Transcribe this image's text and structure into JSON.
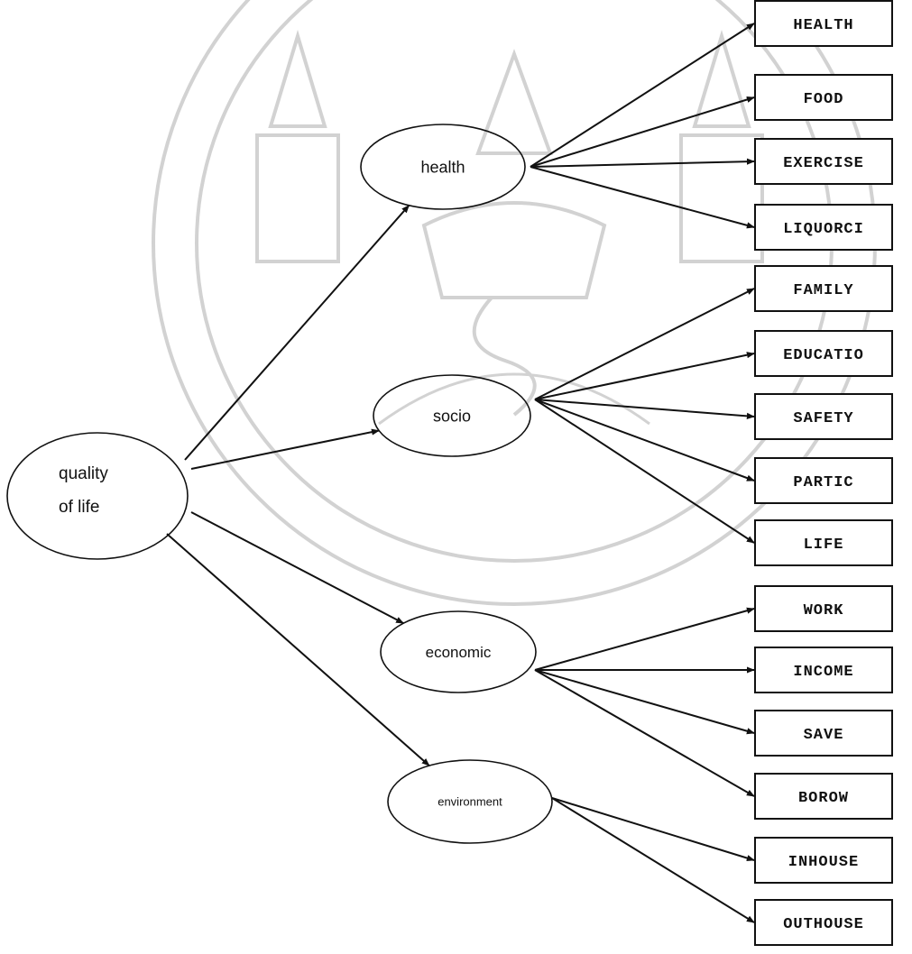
{
  "diagram": {
    "root": {
      "lines": [
        "quality",
        "of life"
      ]
    },
    "categories": [
      {
        "id": "health",
        "label": "health",
        "indicators": [
          "HEALTH",
          "FOOD",
          "EXERCISE",
          "LIQUORCI"
        ]
      },
      {
        "id": "socio",
        "label": "socio",
        "indicators": [
          "FAMILY",
          "EDUCATIO",
          "SAFETY",
          "PARTIC",
          "LIFE"
        ]
      },
      {
        "id": "economic",
        "label": "economic",
        "indicators": [
          "WORK",
          "INCOME",
          "SAVE",
          "BOROW"
        ]
      },
      {
        "id": "environment",
        "label": "environment",
        "indicators": [
          "INHOUSE",
          "OUTHOUSE"
        ]
      }
    ]
  },
  "colors": {
    "stroke": "#111111",
    "watermark": "#d2d2d2"
  }
}
